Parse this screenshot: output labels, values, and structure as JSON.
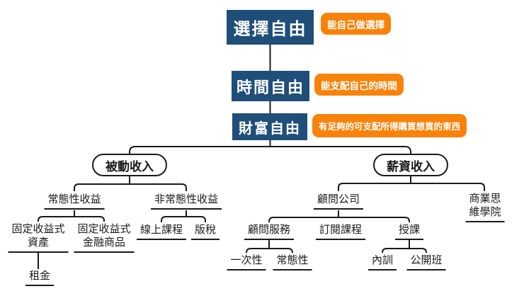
{
  "diagram": {
    "freedom_chain": [
      {
        "label": "選擇自由",
        "note": "能自己做選擇"
      },
      {
        "label": "時間自由",
        "note": "能支配自己的時間"
      },
      {
        "label": "財富自由",
        "note": "有足夠的可支配所得購買想買的東西"
      }
    ],
    "passive": {
      "label": "被動收入",
      "regular": {
        "label": "常態性收益",
        "fixed_assets": {
          "label": "固定收益式\n資產",
          "rent": {
            "label": "租金"
          }
        },
        "fixed_financial": {
          "label": "固定收益式\n金融商品"
        }
      },
      "irregular": {
        "label": "非常態性收益",
        "online_course": {
          "label": "線上課程"
        },
        "royalties": {
          "label": "版稅"
        }
      }
    },
    "salary": {
      "label": "薪資收入",
      "consulting_company": {
        "label": "顧問公司",
        "consulting_service": {
          "label": "顧問服務",
          "one_time": {
            "label": "一次性"
          },
          "recurring": {
            "label": "常態性"
          }
        },
        "subscription_course": {
          "label": "訂閱課程"
        },
        "teaching": {
          "label": "授課",
          "internal_training": {
            "label": "內訓"
          },
          "public_class": {
            "label": "公開班"
          }
        }
      },
      "business_school": {
        "label": "商業思維學院"
      }
    },
    "colors": {
      "box_blue": "#1F4E79",
      "note_orange": "#F8820A",
      "line_black": "#1A1A1A",
      "background": "#FFFFFF"
    }
  }
}
